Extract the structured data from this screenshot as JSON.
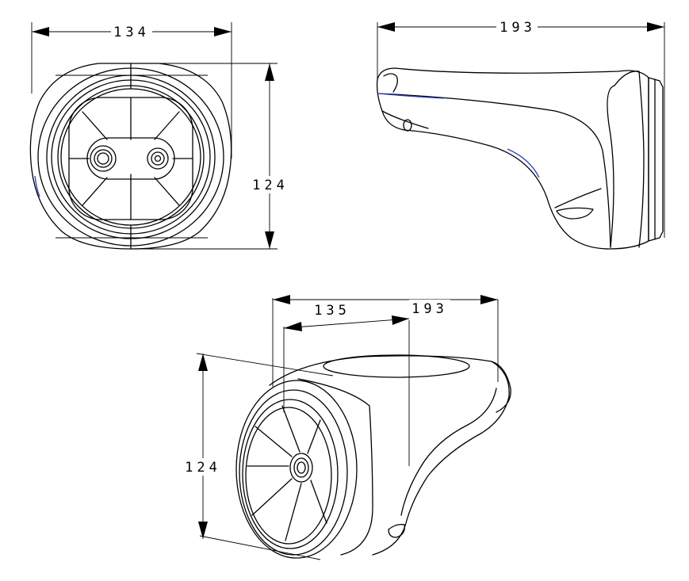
{
  "dimensions": {
    "front_width": "134",
    "front_height": "124",
    "side_length": "193",
    "iso_width": "135",
    "iso_length": "193",
    "iso_height": "124"
  },
  "colors": {
    "line": "#000000",
    "edge_highlight": "#2b3fbf",
    "background": "#ffffff"
  }
}
